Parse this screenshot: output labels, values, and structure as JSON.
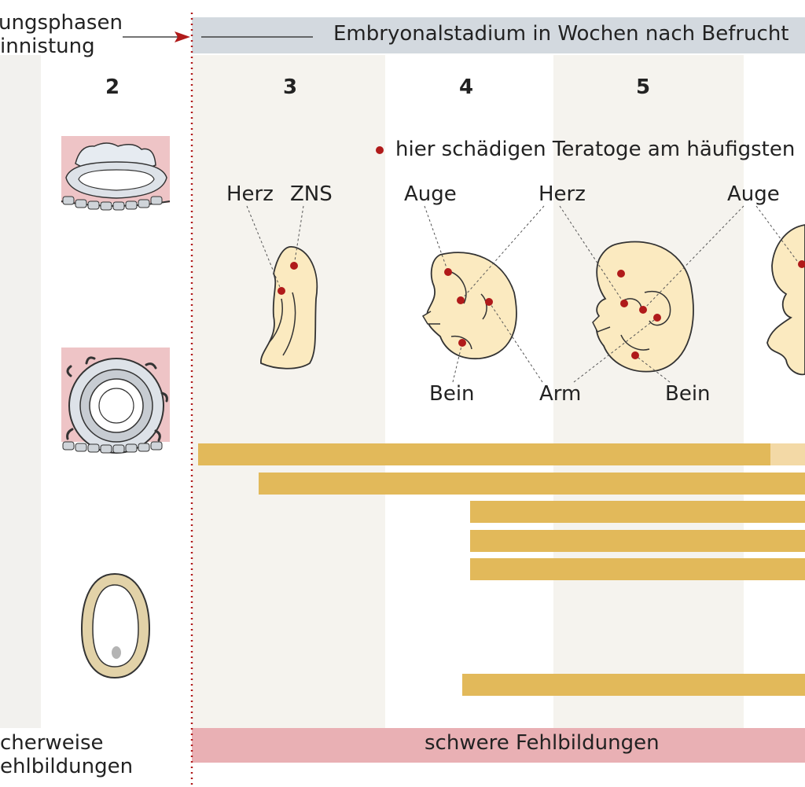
{
  "header": {
    "left_label_line1": "ungsphasen",
    "left_label_line2": "innistung",
    "title": "Embryonalstadium in Wochen nach Befrucht"
  },
  "weeks": [
    "2",
    "3",
    "4",
    "5"
  ],
  "legend": {
    "text": "hier schädigen Teratoge am häufigsten"
  },
  "organs": {
    "herz_w3": "Herz",
    "zns_w3": "ZNS",
    "auge_w4": "Auge",
    "herz_w4": "Herz",
    "auge_w5": "Auge",
    "bein_w4": "Bein",
    "arm_w4": "Arm",
    "bein_w5": "Bein"
  },
  "footer": {
    "left_line1": "cherweise",
    "left_line2": "ehlbildungen",
    "main": "schwere Fehlbildungen"
  },
  "colors": {
    "bar": "#e2b95a",
    "bar_light": "#f3d9a6",
    "footer": "#e9b0b4",
    "header": "#d3d9df",
    "embryo_fill": "#fbeac0",
    "dot": "#b01a1a"
  }
}
